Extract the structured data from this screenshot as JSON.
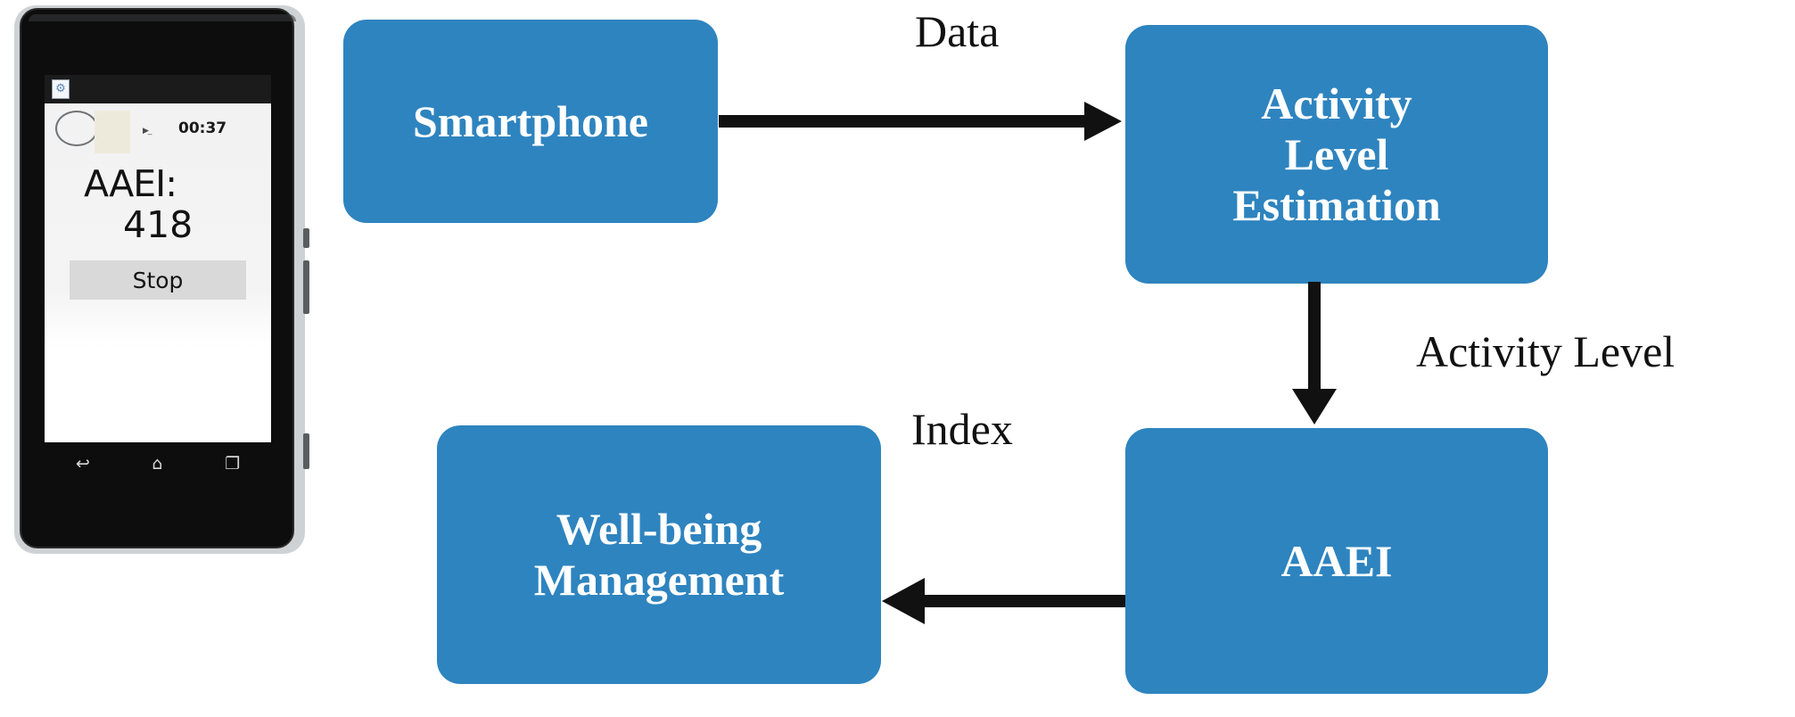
{
  "phone": {
    "app": {
      "icon_name": "app-icon",
      "timer": "00:37",
      "flag_glyph": "▶_",
      "aaei_label": "AAEI:",
      "aaei_value": "418",
      "stop_label": "Stop"
    },
    "navbar": {
      "back_icon": "�averse",
      "back_glyph": "↩",
      "home_glyph": "⌂",
      "recents_glyph": "❐"
    }
  },
  "diagram": {
    "accent_color": "#2E84BF",
    "arrow_color": "#111111",
    "node_text_color": "#FFFFFF",
    "label_text_color": "#111111",
    "nodes": [
      {
        "id": "smartphone",
        "label": "Smartphone"
      },
      {
        "id": "activity-level-estimation",
        "label": "Activity\nLevel\nEstimation"
      },
      {
        "id": "well-being-management",
        "label": "Well-being\nManagement"
      },
      {
        "id": "aaei",
        "label": "AAEI"
      }
    ],
    "edges": [
      {
        "from": "smartphone",
        "to": "activity-level-estimation",
        "label": "Data",
        "direction": "right"
      },
      {
        "from": "activity-level-estimation",
        "to": "aaei",
        "label": "Activity Level",
        "direction": "down"
      },
      {
        "from": "aaei",
        "to": "well-being-management",
        "label": "Index",
        "direction": "left"
      }
    ]
  }
}
